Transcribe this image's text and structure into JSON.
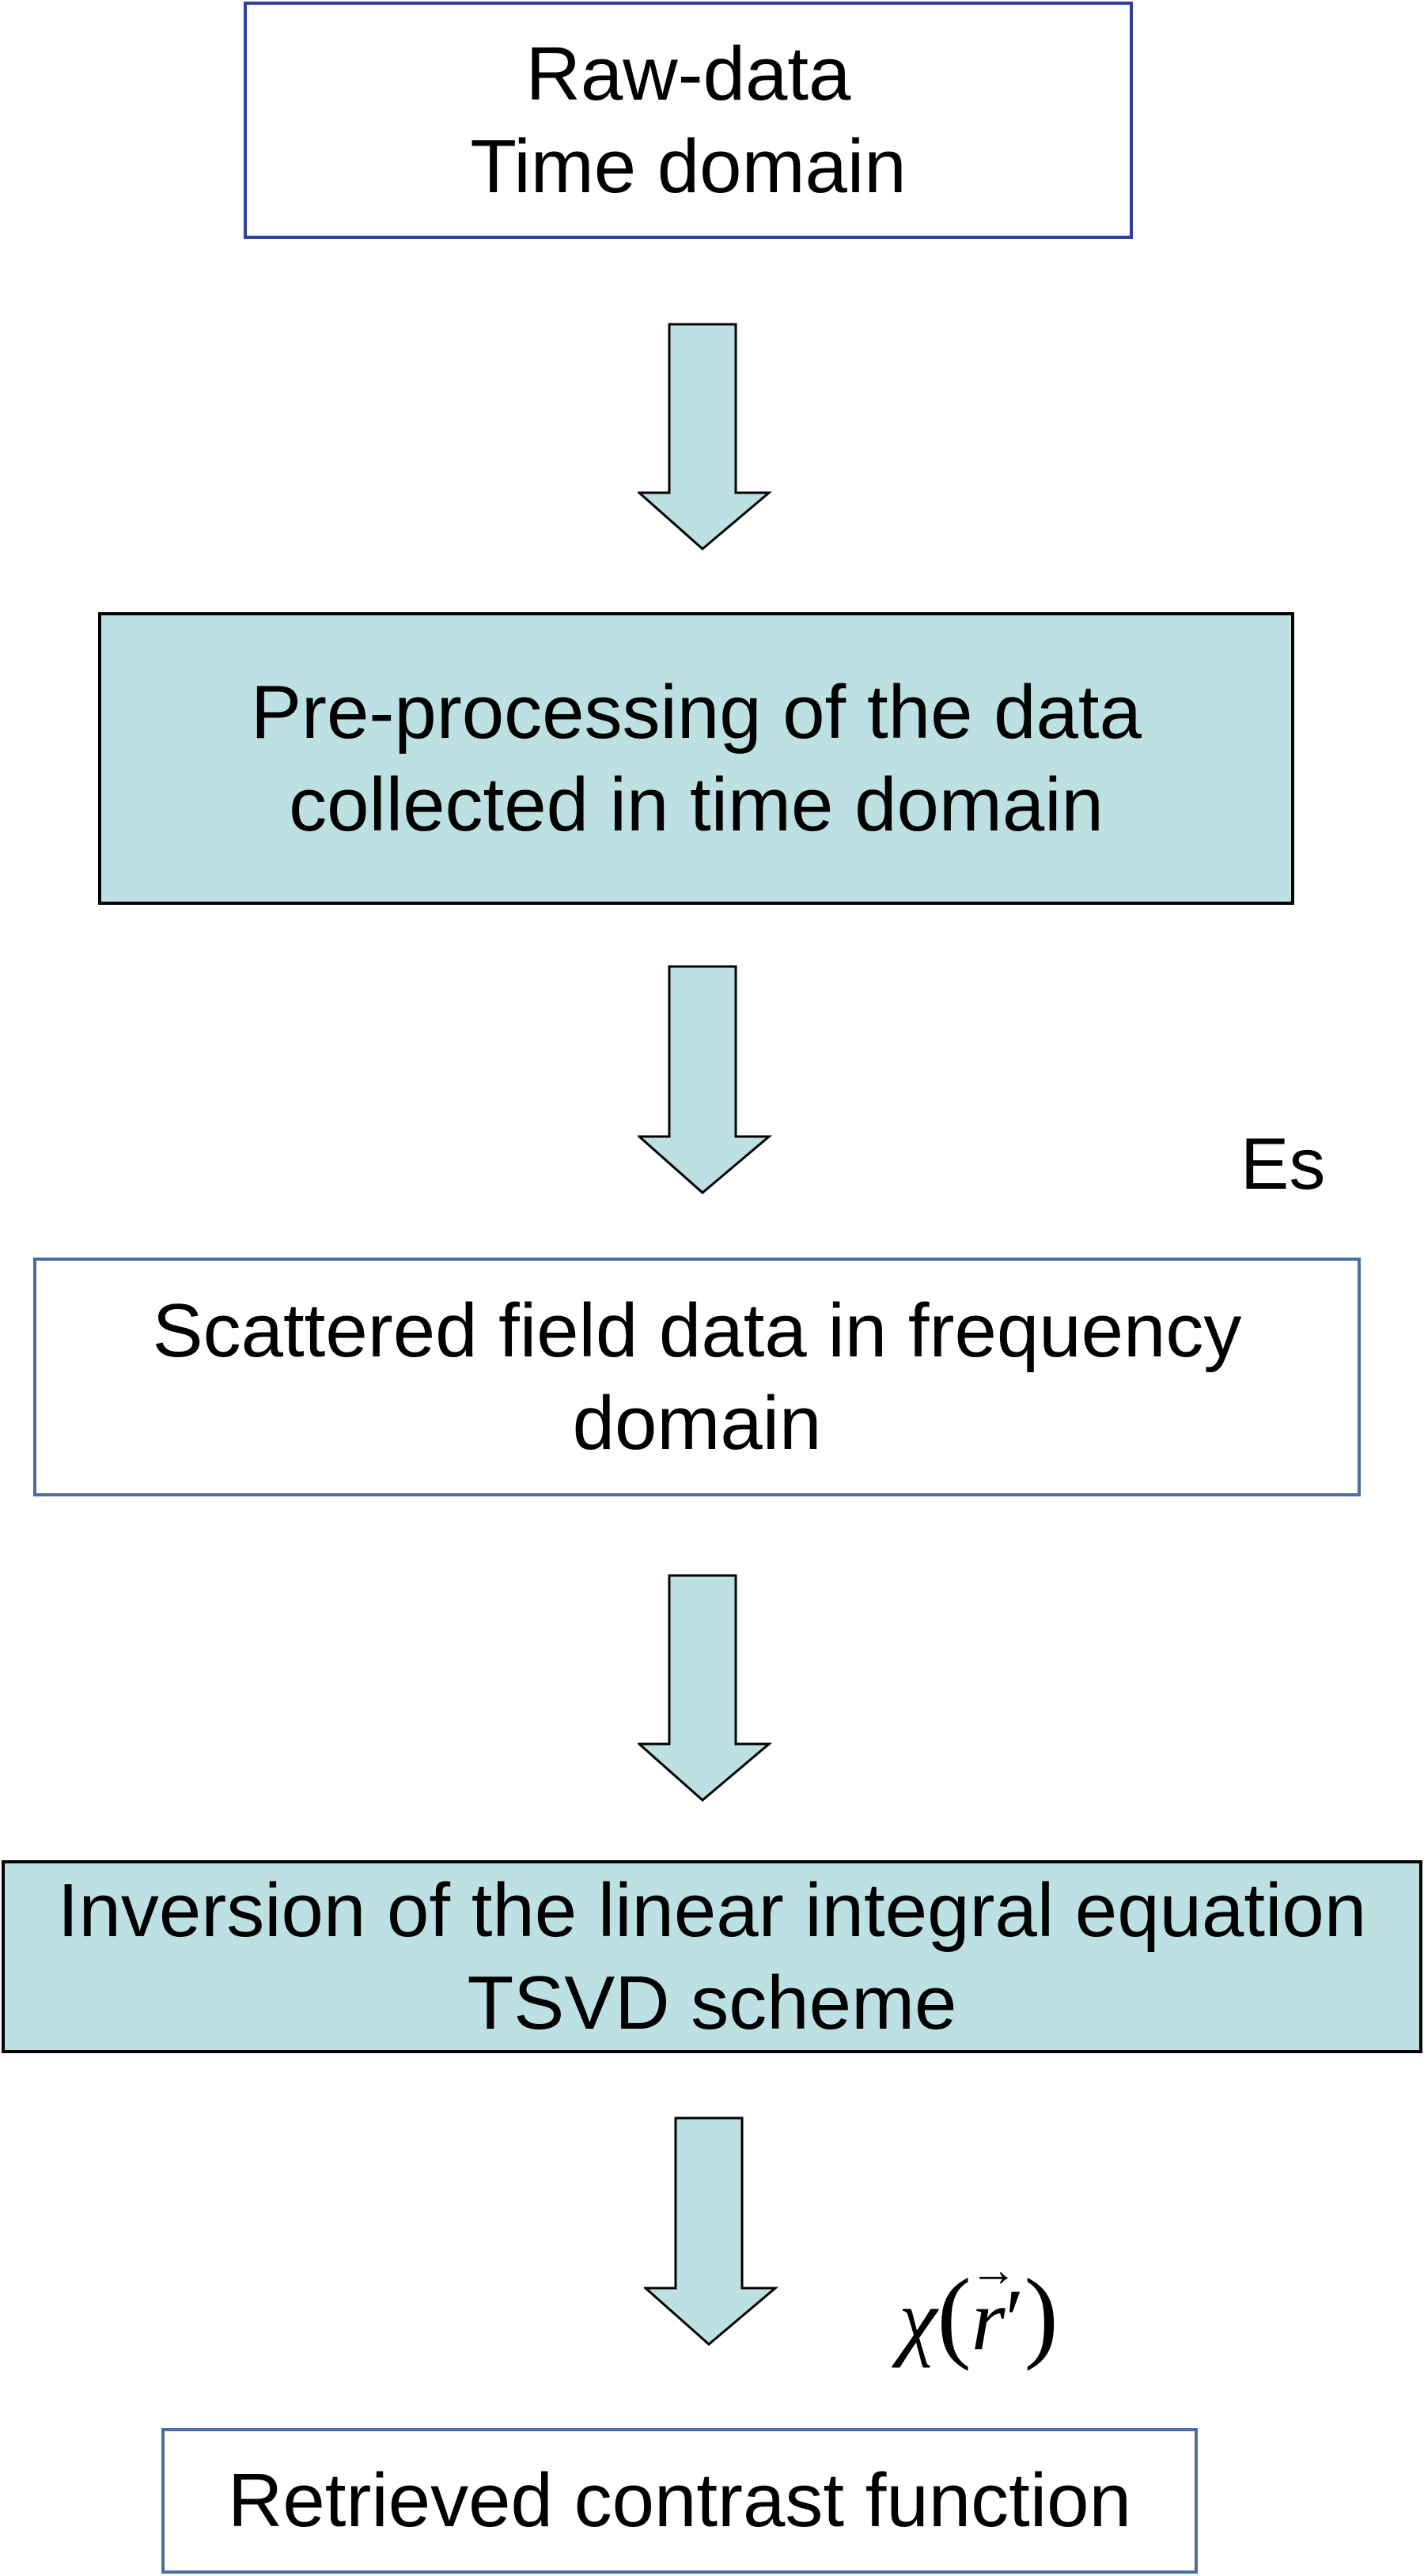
{
  "flow": {
    "step1": {
      "line1": "Raw-data",
      "line2": "Time domain"
    },
    "step2": {
      "line1": "Pre-processing of the data",
      "line2": "collected in time domain"
    },
    "step3": {
      "line1": "Scattered field data in frequency",
      "line2": "domain"
    },
    "step4": {
      "line1": "Inversion of the linear integral equation",
      "line2": "TSVD scheme"
    },
    "step5": {
      "line1": "Retrieved contrast function"
    }
  },
  "annotations": {
    "es": "Es",
    "chi": {
      "symbol": "χ",
      "open": "(",
      "var": "r",
      "arrow": "→",
      "prime": "′",
      "close": ")"
    }
  },
  "colors": {
    "fill": "#bde1e3",
    "border_blue": "#2f3f9f",
    "border_steel": "#4a6da3"
  }
}
